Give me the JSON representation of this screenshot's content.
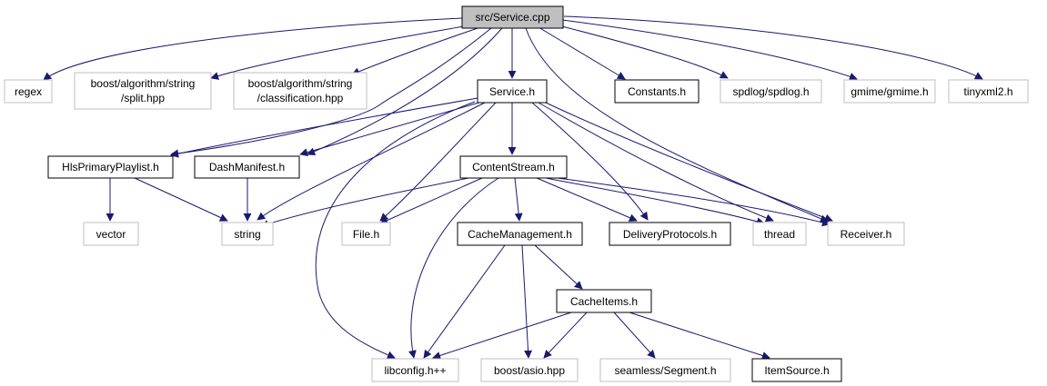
{
  "colors": {
    "edge": "#191970",
    "documented_border": "#000000",
    "external_border": "#bfbfbf",
    "root_fill": "#bfbfbf",
    "node_fill": "#ffffff"
  },
  "nodes": {
    "service_cpp": {
      "label": "src/Service.cpp",
      "kind": "root"
    },
    "regex": {
      "label": "regex",
      "kind": "external"
    },
    "split_hpp": {
      "line1": "boost/algorithm/string",
      "line2": "/split.hpp",
      "kind": "external"
    },
    "classification_hpp": {
      "line1": "boost/algorithm/string",
      "line2": "/classification.hpp",
      "kind": "external"
    },
    "service_h": {
      "label": "Service.h",
      "kind": "documented"
    },
    "constants_h": {
      "label": "Constants.h",
      "kind": "documented"
    },
    "spdlog_h": {
      "label": "spdlog/spdlog.h",
      "kind": "external"
    },
    "gmime_h": {
      "label": "gmime/gmime.h",
      "kind": "external"
    },
    "tinyxml2_h": {
      "label": "tinyxml2.h",
      "kind": "external"
    },
    "hls_h": {
      "label": "HlsPrimaryPlaylist.h",
      "kind": "documented"
    },
    "dash_h": {
      "label": "DashManifest.h",
      "kind": "documented"
    },
    "contentstream_h": {
      "label": "ContentStream.h",
      "kind": "documented"
    },
    "vector": {
      "label": "vector",
      "kind": "external"
    },
    "string": {
      "label": "string",
      "kind": "external"
    },
    "file_h": {
      "label": "File.h",
      "kind": "external"
    },
    "cachemgmt_h": {
      "label": "CacheManagement.h",
      "kind": "documented"
    },
    "delivery_h": {
      "label": "DeliveryProtocols.h",
      "kind": "documented"
    },
    "thread": {
      "label": "thread",
      "kind": "external"
    },
    "receiver_h": {
      "label": "Receiver.h",
      "kind": "external"
    },
    "cacheitems_h": {
      "label": "CacheItems.h",
      "kind": "documented"
    },
    "libconfig": {
      "label": "libconfig.h++",
      "kind": "external"
    },
    "asio_hpp": {
      "label": "boost/asio.hpp",
      "kind": "external"
    },
    "segment_h": {
      "label": "seamless/Segment.h",
      "kind": "external"
    },
    "itemsource_h": {
      "label": "ItemSource.h",
      "kind": "documented"
    }
  }
}
